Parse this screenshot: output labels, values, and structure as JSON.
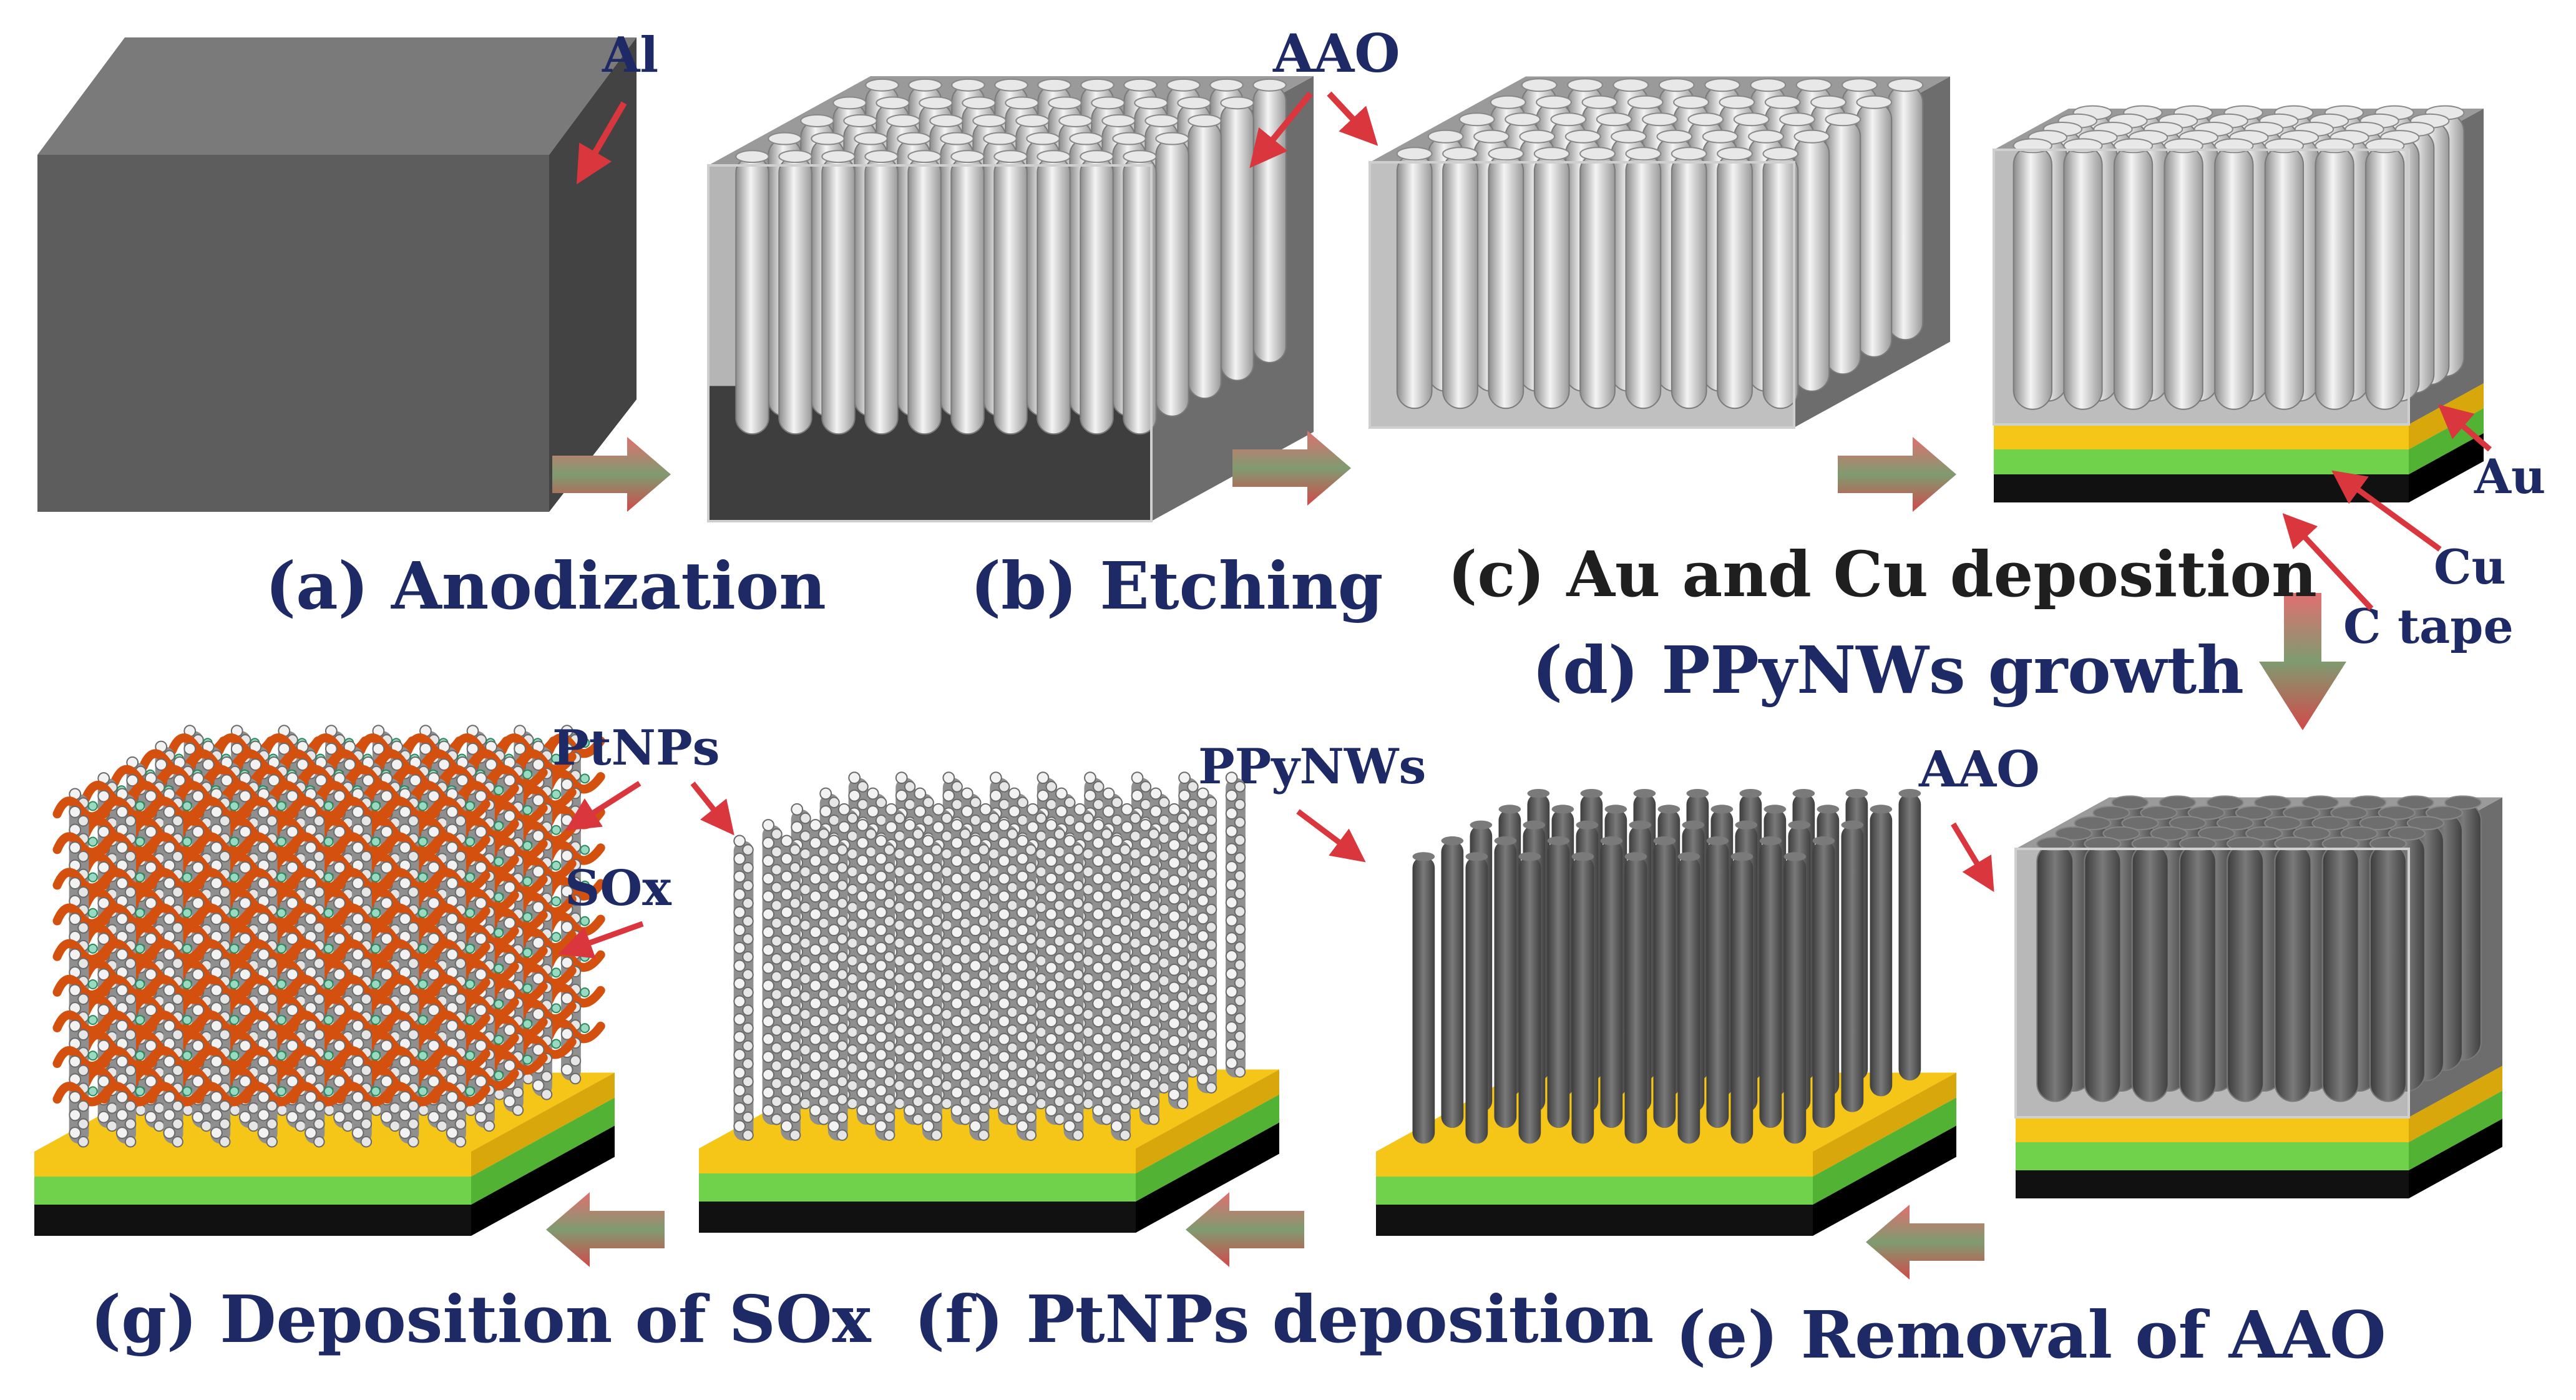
{
  "colors": {
    "aluminum": "#5a5a5a",
    "aao_frame": "#8a8a8a",
    "pore": "#d9d9d9",
    "au_layer": "#f5c518",
    "cu_layer": "#6fd24a",
    "c_tape": "#111111",
    "ppy_wire": "#5d5d5d",
    "caption_navy": "#1d2a66",
    "pointer_red": "#d9363e",
    "arrow_green": "#7f9b70"
  },
  "labels": {
    "al": "Al",
    "aao_top": "AAO",
    "au": "Au",
    "cu": "Cu",
    "c_tape": "C tape",
    "aao_bottom": "AAO",
    "ppynws": "PPyNWs",
    "ptnps": "PtNPs",
    "sox": "SOx"
  },
  "steps": {
    "a": "(a) Anodization",
    "b": "(b) Etching",
    "c": "(c) Au and Cu deposition",
    "d": "(d) PPyNWs growth",
    "e": "(e) Removal of AAO",
    "f": "(f) PtNPs deposition",
    "g": "(g) Deposition of SOx"
  }
}
